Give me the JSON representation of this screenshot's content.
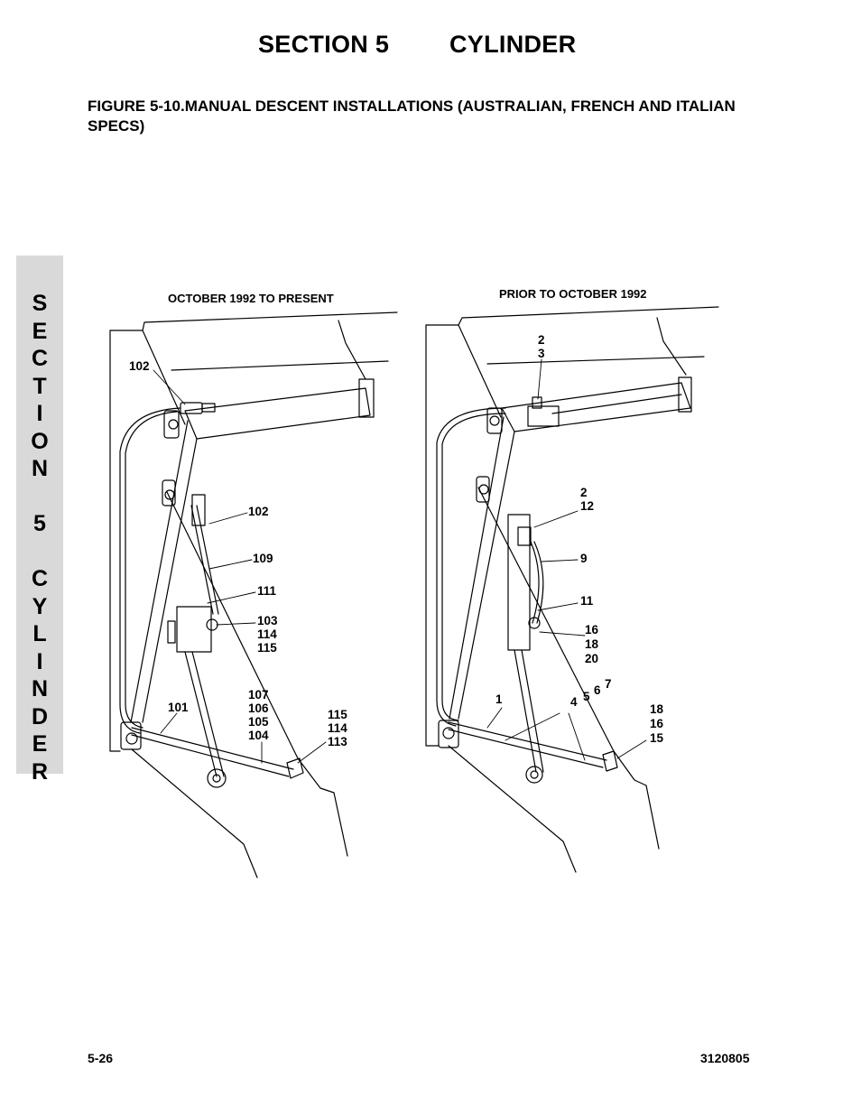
{
  "header": {
    "section_label": "SECTION 5",
    "section_name": "CYLINDER"
  },
  "figure": {
    "title": "FIGURE 5-10.MANUAL DESCENT INSTALLATIONS (AUSTRALIAN, FRENCH AND ITALIAN SPECS)"
  },
  "side_tab": {
    "letters": [
      "S",
      "E",
      "C",
      "T",
      "I",
      "O",
      "N",
      "",
      "5",
      "",
      "C",
      "Y",
      "L",
      "I",
      "N",
      "D",
      "E",
      "R"
    ]
  },
  "diagram": {
    "left": {
      "subtitle": "OCTOBER 1992 TO PRESENT",
      "callouts": [
        "102",
        "102",
        "109",
        "111",
        "103",
        "114",
        "115",
        "101",
        "107",
        "106",
        "105",
        "104",
        "115",
        "114",
        "113"
      ]
    },
    "right": {
      "subtitle": "PRIOR TO OCTOBER 1992",
      "callouts": [
        "2",
        "3",
        "2",
        "12",
        "9",
        "11",
        "16",
        "18",
        "20",
        "1",
        "4",
        "5",
        "6",
        "7",
        "18",
        "16",
        "15"
      ]
    }
  },
  "footer": {
    "page_number": "5-26",
    "doc_number": "3120805"
  }
}
